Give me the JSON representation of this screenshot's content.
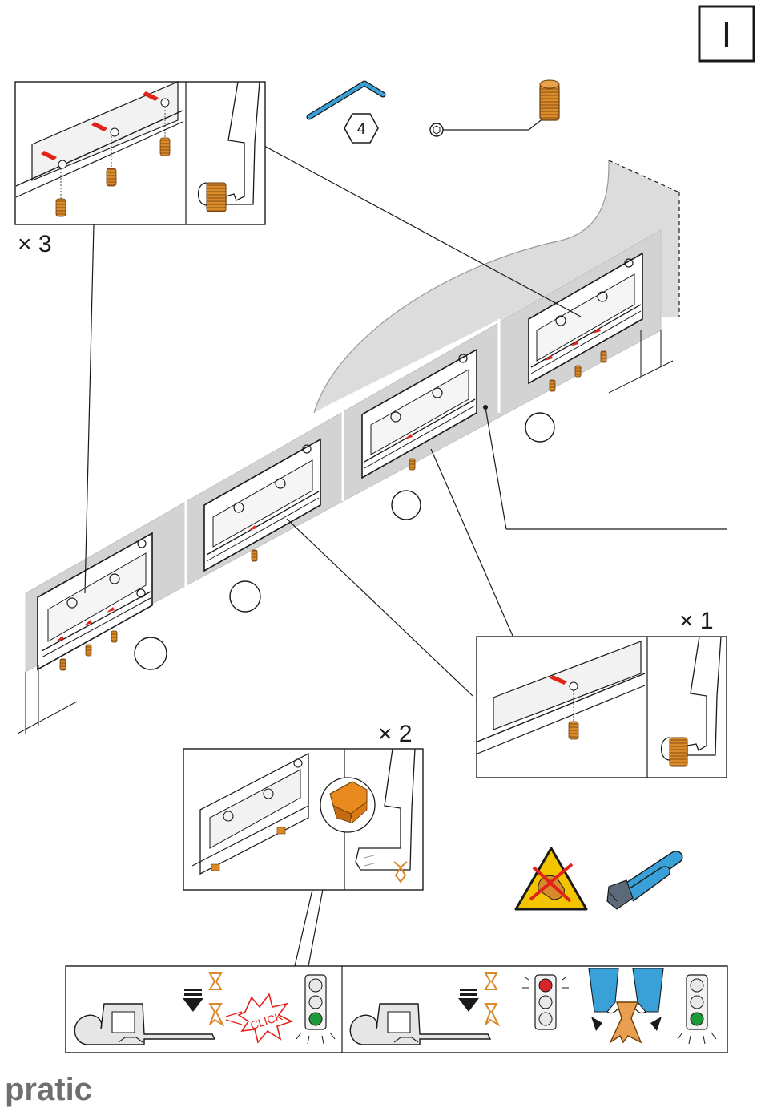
{
  "page": {
    "step_marker": "I"
  },
  "brand": {
    "name": "pratic"
  },
  "tools": {
    "hex_key_size": "4",
    "hex_key_icon": "hex-key-icon",
    "grub_screw_icon": "grub-screw-icon",
    "pliers_icon": "pliers-icon",
    "warning_icon": "no-hand-force-warning-icon"
  },
  "callouts": {
    "top_left_qty": "× 3",
    "right_qty": "× 1",
    "middle_qty": "× 2"
  },
  "clip_sequence": {
    "click_label": "CLICK",
    "light_states": [
      "green",
      "red",
      "green"
    ]
  },
  "colors": {
    "screw_orange": "#d98a2b",
    "arrow_red": "#e2231a",
    "tool_blue": "#3aa0d8",
    "warning_yellow": "#f5c400",
    "light_green": "#1c9a3a",
    "light_red": "#d7262b",
    "wall_grey": "#d3d3d3",
    "ink": "#1a1a1a"
  }
}
